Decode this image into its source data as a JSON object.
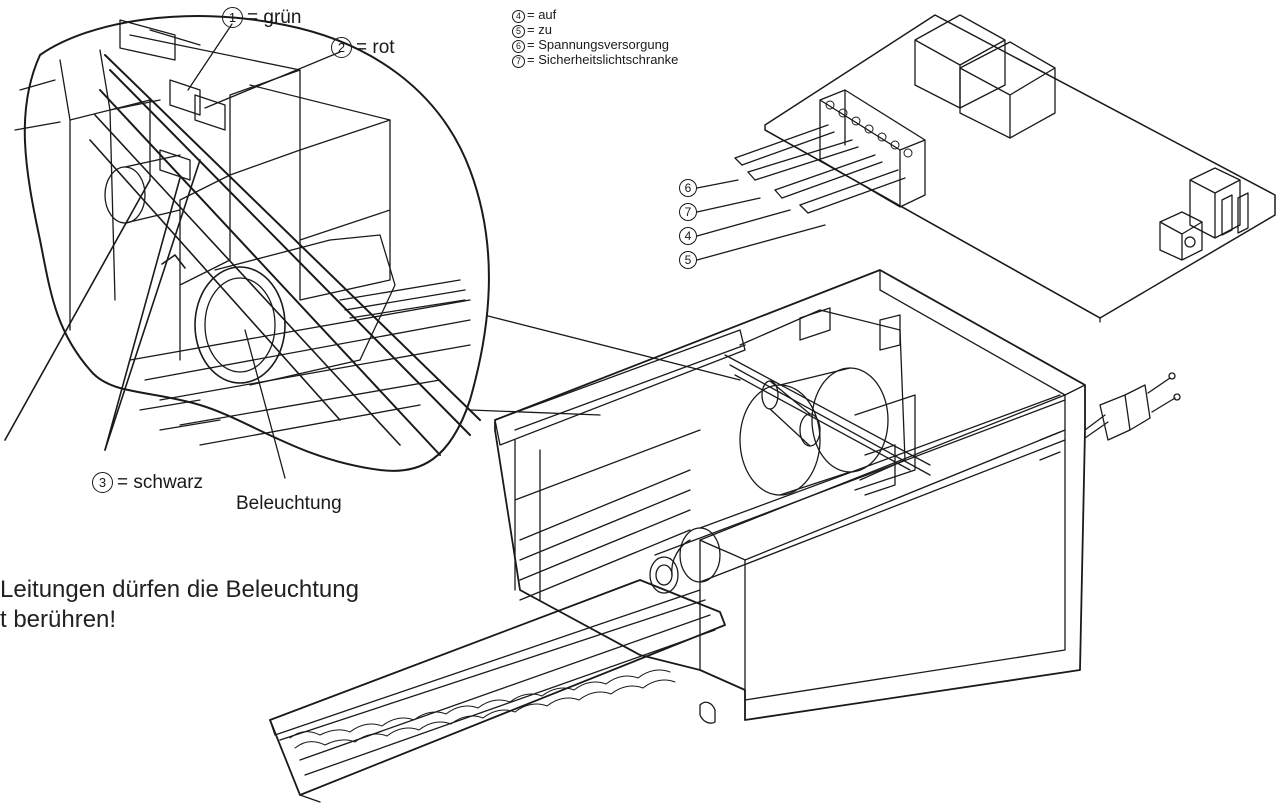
{
  "wire_labels": {
    "green": {
      "num": "1",
      "text": "= grün"
    },
    "red": {
      "num": "2",
      "text": "= rot"
    },
    "black": {
      "num": "3",
      "text": "= schwarz"
    }
  },
  "lighting_label": "Beleuchtung",
  "legend": [
    {
      "num": "4",
      "text": "= auf"
    },
    {
      "num": "5",
      "text": "= zu"
    },
    {
      "num": "6",
      "text": "= Spannungsversorgung"
    },
    {
      "num": "7",
      "text": "= Sicherheitslichtschranke"
    }
  ],
  "terminal_callouts": [
    "6",
    "7",
    "4",
    "5"
  ],
  "warning": {
    "line1": "Leitungen dürfen die Beleuchtung",
    "line2": "t berühren!"
  },
  "colors": {
    "ink": "#1a1a1a",
    "paper": "#ffffff"
  }
}
